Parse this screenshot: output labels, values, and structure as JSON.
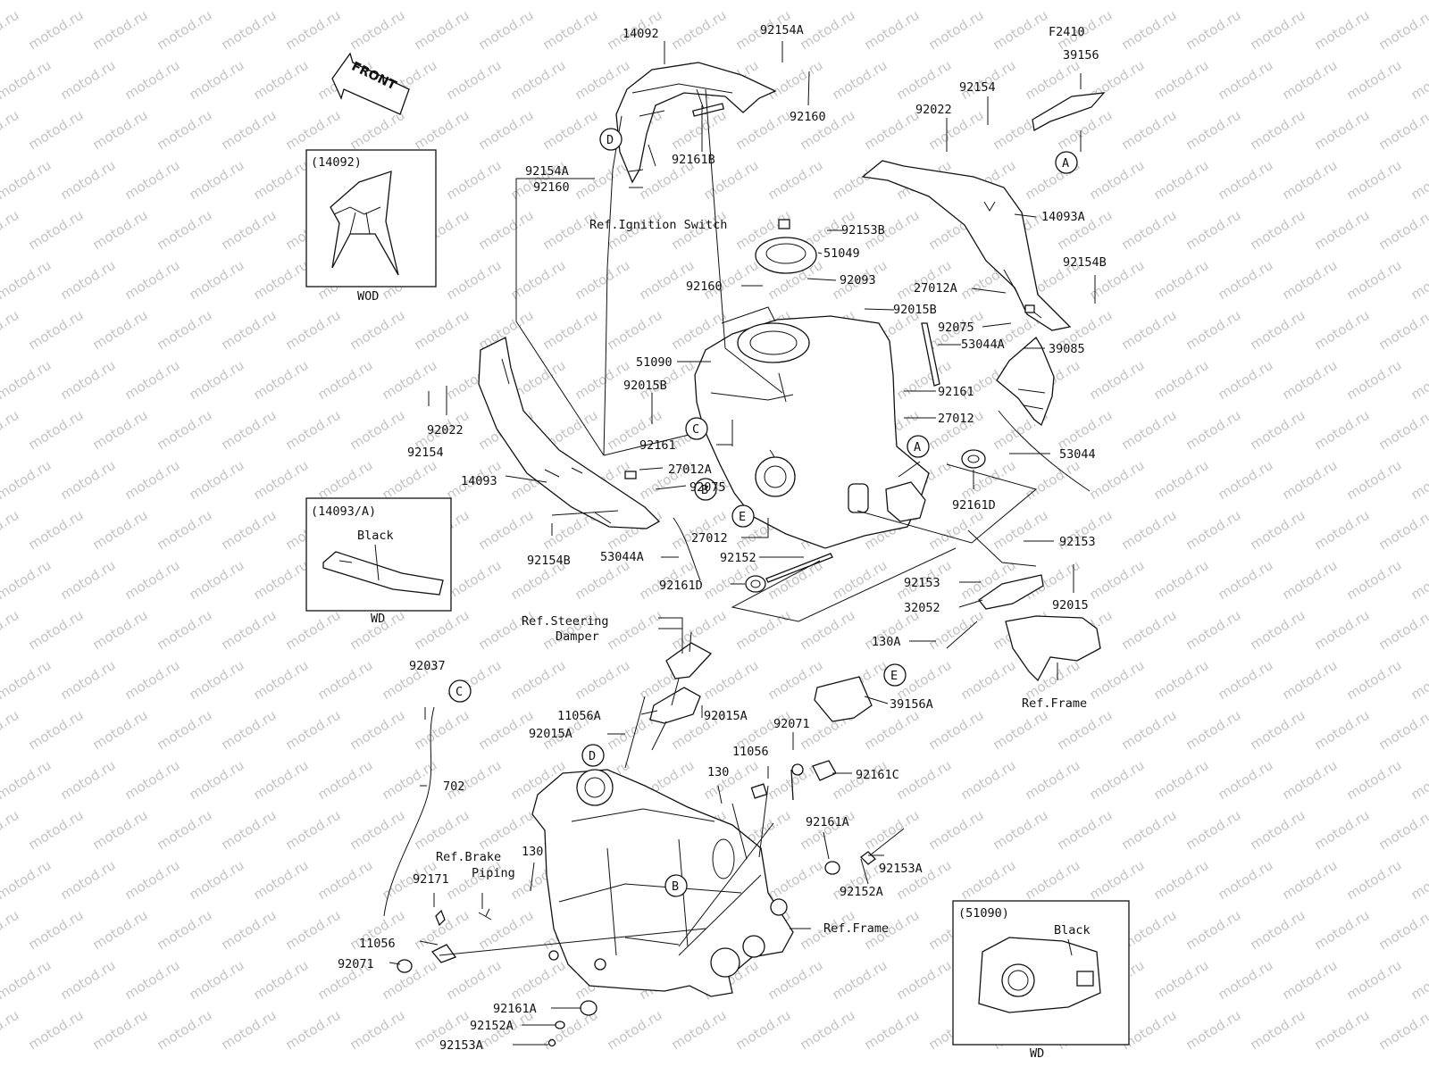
{
  "sheet_code": "F2410",
  "front_label": "FRONT",
  "watermark_text": "motod.ru",
  "insets": [
    {
      "code": "(14092)",
      "variant": "WOD"
    },
    {
      "code": "(14093/A)",
      "variant": "WD",
      "note": "Black"
    },
    {
      "code": "(51090)",
      "variant": "WD",
      "note": "Black"
    }
  ],
  "ref_notes": {
    "ignition": "Ref.Ignition Switch",
    "steering_1": "Ref.Steering",
    "steering_2": "Damper",
    "brake_1": "Ref.Brake",
    "brake_2": "Piping",
    "frame_top": "Ref.Frame",
    "frame_bottom": "Ref.Frame"
  },
  "callout_letters": [
    "A",
    "B",
    "C",
    "D",
    "E"
  ],
  "part_numbers": [
    "14092",
    "92154A",
    "92160",
    "92161B",
    "92154A",
    "92160",
    "F2410",
    "39156",
    "92154",
    "92022",
    "14093A",
    "92153B",
    "51049",
    "92093",
    "92160",
    "27012A",
    "92154B",
    "92015B",
    "92075",
    "53044A",
    "39085",
    "51090",
    "92015B",
    "92161",
    "27012",
    "92161",
    "53044",
    "92161D",
    "92154",
    "92022",
    "14093",
    "27012A",
    "92075",
    "27012",
    "92154B",
    "53044A",
    "92152",
    "92161D",
    "92153",
    "92153",
    "32052",
    "92015",
    "130A",
    "39156A",
    "92037",
    "11056A",
    "92015A",
    "92015A",
    "702",
    "92071",
    "11056",
    "130",
    "92161C",
    "92161A",
    "92153A",
    "92152A",
    "130",
    "92171",
    "11056",
    "92071",
    "92161A",
    "92152A",
    "92153A"
  ]
}
